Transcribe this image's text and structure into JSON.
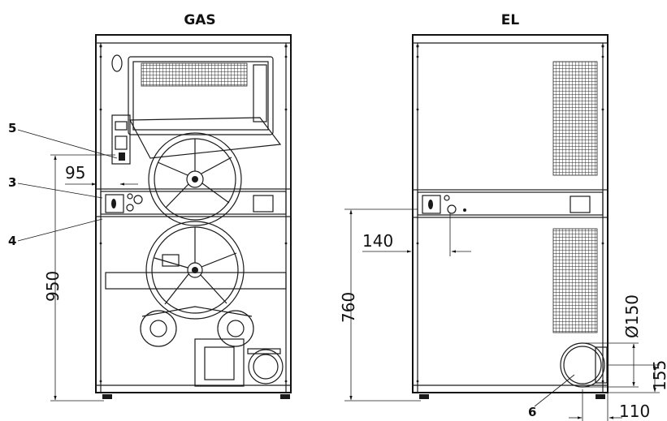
{
  "views": {
    "gas": {
      "title": "GAS"
    },
    "el": {
      "title": "EL"
    }
  },
  "callouts": {
    "c5": "5",
    "c3": "3",
    "c4": "4",
    "c6": "6"
  },
  "dimensions": {
    "d95": "95",
    "d950": "950",
    "d140": "140",
    "d760": "760",
    "d150": "Ø150",
    "d155": "155",
    "d110": "110"
  }
}
